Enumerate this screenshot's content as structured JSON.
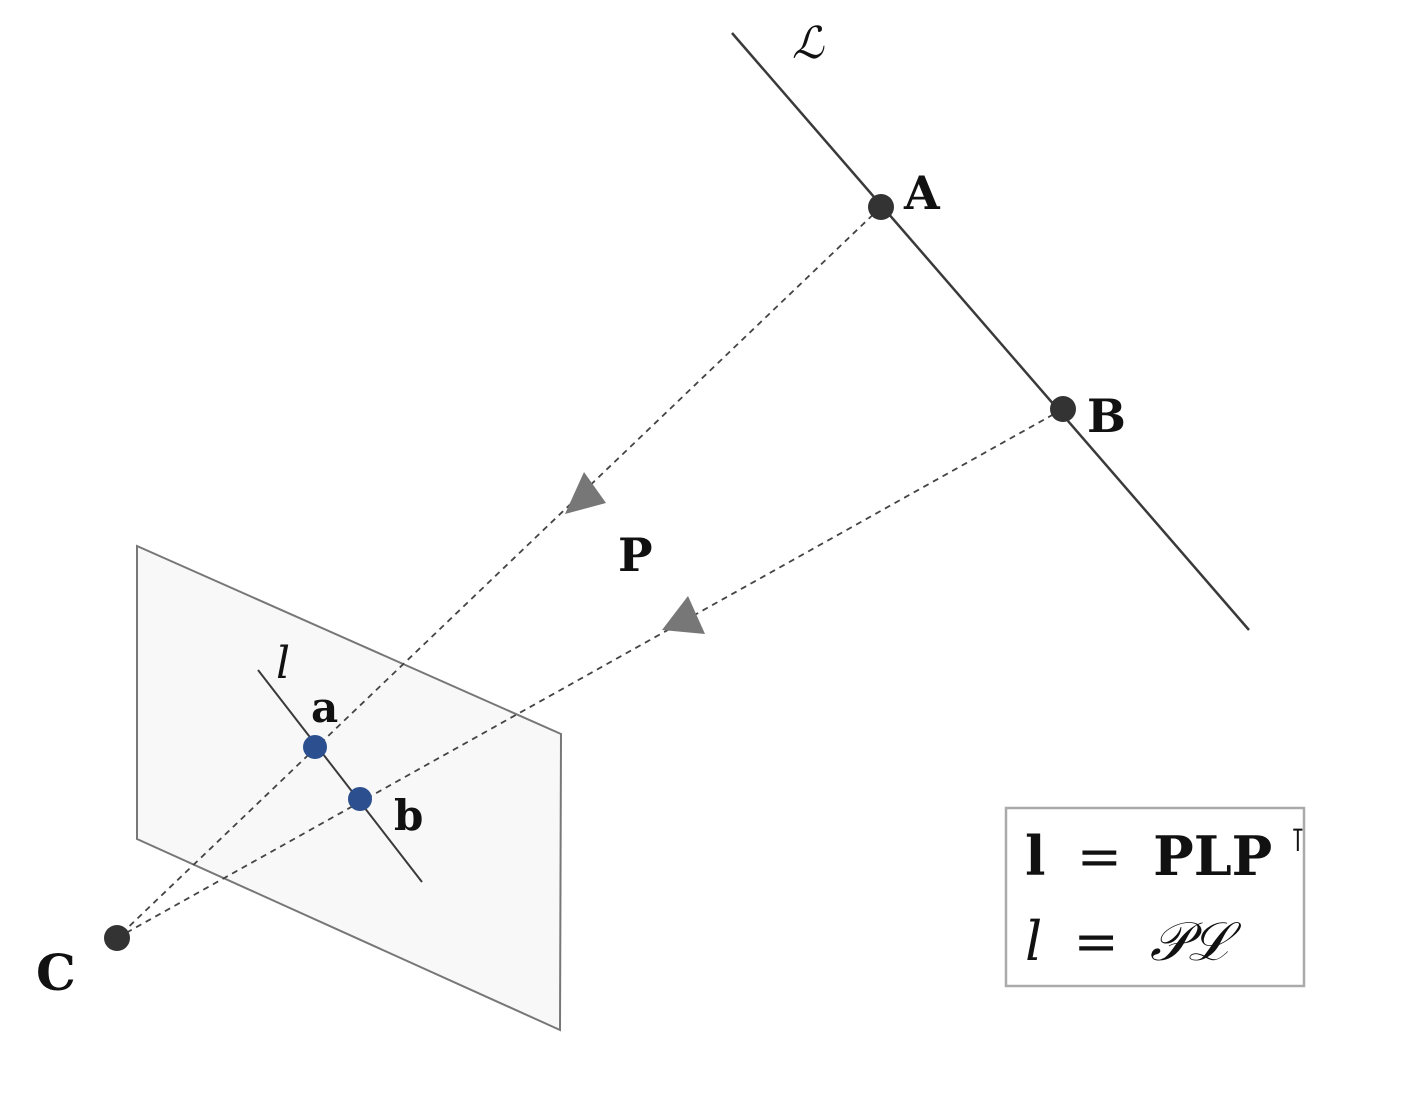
{
  "labels": {
    "line_3d": "ℒ",
    "point_a_3d": "A",
    "point_b_3d": "B",
    "camera_matrix": "P",
    "camera_center": "C",
    "image_line": "l",
    "point_a_img": "a",
    "point_b_img": "b"
  },
  "equations": {
    "eq1_lhs": "l",
    "eq1_eq": "=",
    "eq1_rhs": "PLP",
    "eq1_sup": "⊺",
    "eq2_lhs": "l",
    "eq2_eq": "=",
    "eq2_rhs": "𝒫ℒ"
  },
  "colors": {
    "line": "#3a3a3a",
    "point": "#333333",
    "image_point": "#2b4f8f",
    "plane_fill": "#f8f8f8",
    "plane_stroke": "#777777",
    "arrow": "#777777",
    "box_stroke": "#aaaaaa"
  }
}
